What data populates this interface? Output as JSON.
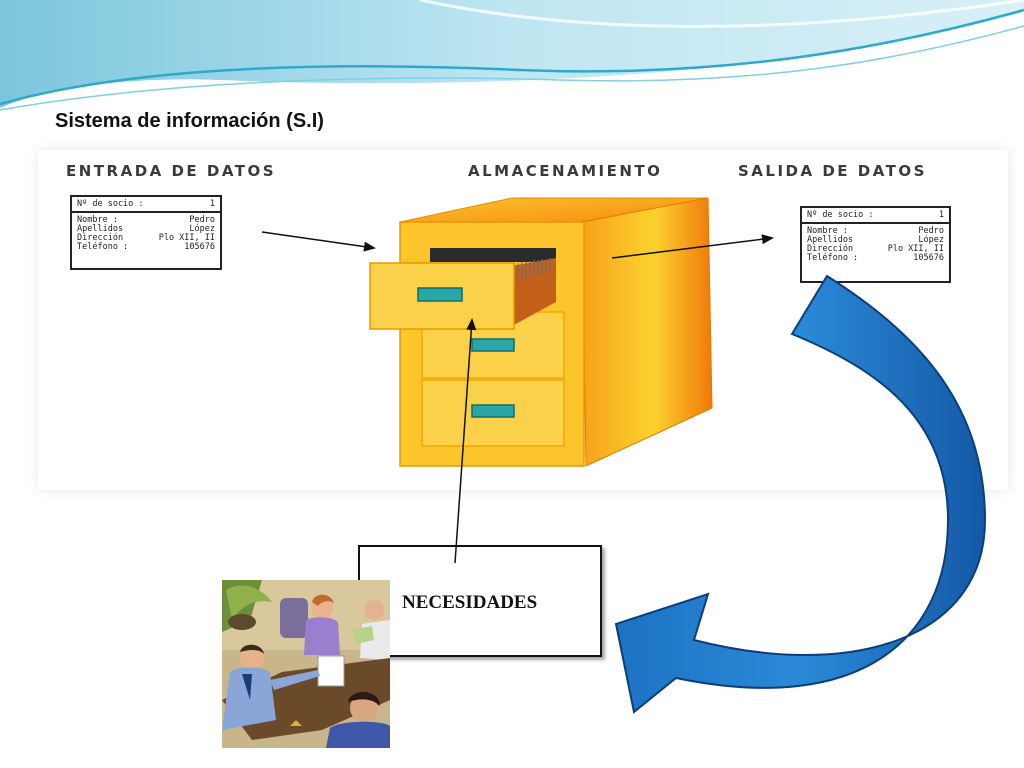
{
  "slide": {
    "title": "Sistema de información (S.I)"
  },
  "diagram": {
    "entrada_label": "ENTRADA DE DATOS",
    "almacenamiento_label": "ALMACENAMIENTO",
    "salida_label": "SALIDA DE DATOS",
    "necesidades_label": "NECESIDADES"
  },
  "card_entrada": {
    "socio_key": "Nº de socio :",
    "socio_val": "1",
    "rows": [
      {
        "key": "Nombre :",
        "val": "Pedro"
      },
      {
        "key": "Apellidos",
        "val": "López"
      },
      {
        "key": "Dirección",
        "val": "Plo XII, II"
      },
      {
        "key": "Teléfono :",
        "val": "105676"
      }
    ]
  },
  "card_salida": {
    "socio_key": "Nº de socio :",
    "socio_val": "1",
    "rows": [
      {
        "key": "Nombre :",
        "val": "Pedro"
      },
      {
        "key": "Apellidos",
        "val": "López"
      },
      {
        "key": "Dirección",
        "val": "Plo XII, II"
      },
      {
        "key": "Teléfono :",
        "val": "105676"
      }
    ]
  },
  "colors": {
    "cabinet_front": "#fcc52c",
    "cabinet_side": "#f48a0c",
    "drawer_handle": "#2aa7a5",
    "curved_arrow": "#1a6bbf",
    "wave_light": "#bfe6f2",
    "wave_teal": "#4ab9d4"
  }
}
